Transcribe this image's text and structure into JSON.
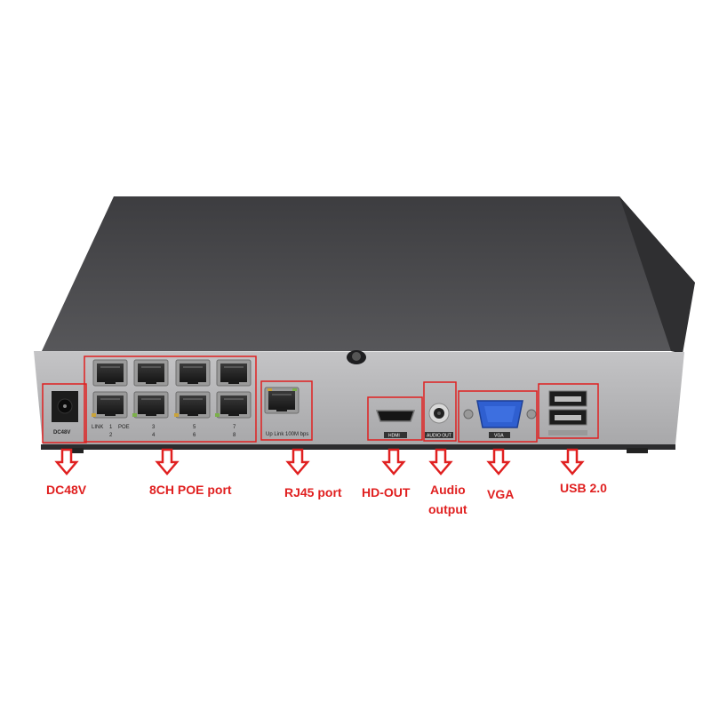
{
  "colors": {
    "callout": "#e02020",
    "chassis_top": "#4a4a4c",
    "rear_panel": "#b5b5b7",
    "port_blue": "#2f5fd0"
  },
  "device": {
    "panel_text": {
      "dc_label": "DC48V",
      "link_legend": "LINK",
      "poe_legend": "POE",
      "port_numbers_top": [
        "1",
        "3",
        "5",
        "7"
      ],
      "port_numbers_bottom": [
        "2",
        "4",
        "6",
        "8"
      ],
      "uplink_label": "Up Link 100M bps",
      "hdmi_label": "HDMI",
      "audio_label": "AUDIO OUT",
      "vga_label": "VGA"
    }
  },
  "callouts": {
    "dc": "DC48V",
    "poe": "8CH POE port",
    "rj45": "RJ45 port",
    "hdout": "HD-OUT",
    "audio_line1": "Audio",
    "audio_line2": "output",
    "vga": "VGA",
    "usb": "USB 2.0"
  }
}
